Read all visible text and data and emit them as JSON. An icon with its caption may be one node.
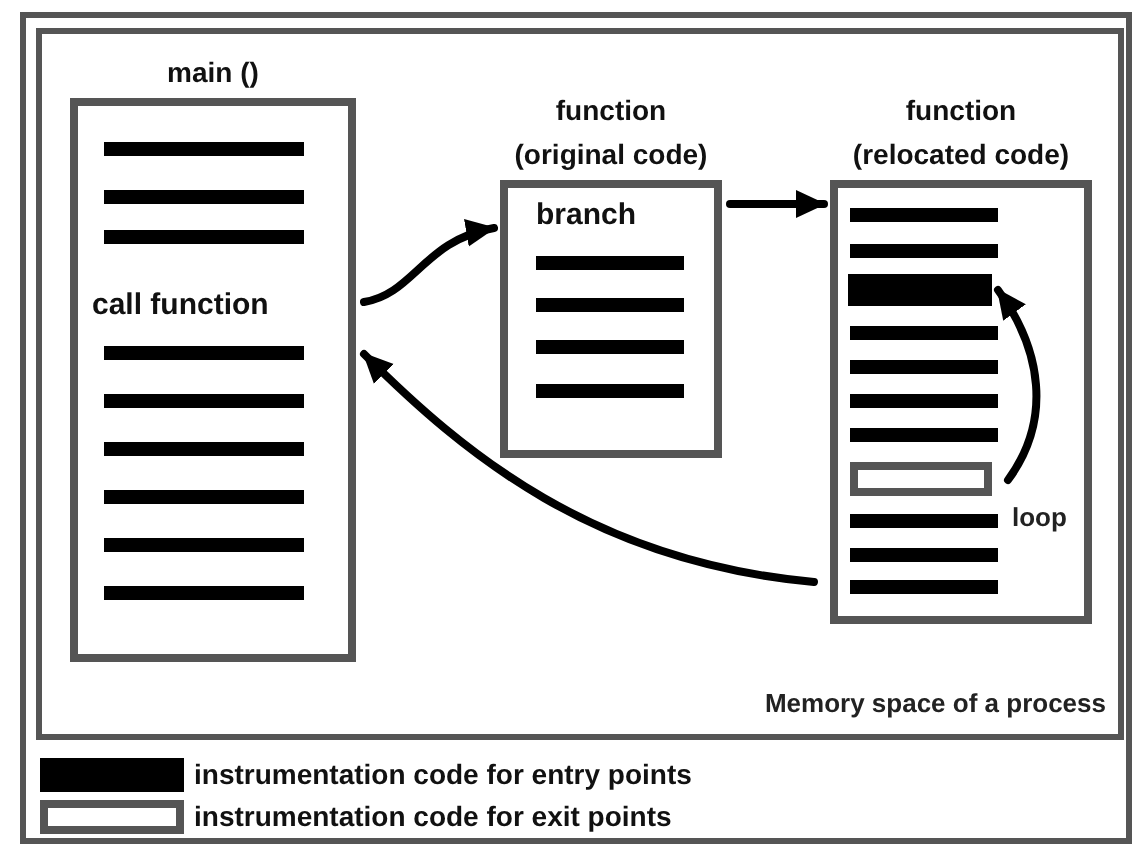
{
  "diagram": {
    "nodes": [
      {
        "text": [
          "Memory space of a process"
        ]
      },
      {
        "text": [
          "main ()",
          "call function"
        ],
        "in": 0
      },
      {
        "text": [
          "function (original code)",
          "branch"
        ],
        "in": 0
      },
      {
        "text": [
          "function (relocated code)"
        ],
        "in": 0
      },
      {
        "text": [],
        "shape": "bar",
        "in": 3
      },
      {
        "text": [],
        "shape": "bar",
        "in": 3
      }
    ],
    "edges": [
      {
        "from": 1,
        "to": 2,
        "arrow": "to"
      },
      {
        "from": 2,
        "to": 3,
        "arrow": "to"
      },
      {
        "from": 3,
        "to": 1,
        "arrow": "to"
      },
      {
        "from": 5,
        "to": 4,
        "arrow": "to",
        "label": "loop"
      }
    ],
    "legend": [
      {
        "text": "instrumentation code for entry points",
        "color": "#000000"
      },
      {
        "text": "instrumentation code for exit points"
      }
    ]
  }
}
